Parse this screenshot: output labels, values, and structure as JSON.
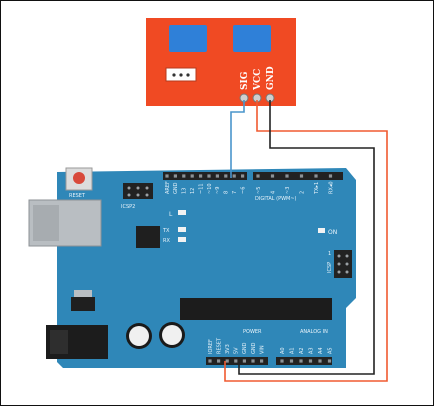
{
  "sensor": {
    "pins": [
      "SIG",
      "VCC",
      "GND"
    ]
  },
  "board": {
    "reset_label": "RESET",
    "icsp_label": "ICSP2",
    "icsp1_label": "ICSP",
    "digital_label": "DIGITAL (PWM~)",
    "led_l": "L",
    "led_tx": "TX",
    "led_rx": "RX",
    "on_label": "ON",
    "power_label": "POWER",
    "analog_label": "ANALOG IN",
    "header_one": "1",
    "digital_pins": [
      "AREF",
      "GND",
      "13",
      "12",
      "~11",
      "~10",
      "~9",
      "8",
      "7",
      "~6",
      "~5",
      "4",
      "~3",
      "2",
      "TX▸1",
      "RX◂0"
    ],
    "power_pins": [
      "IOREF",
      "RESET",
      "3V3",
      "5V",
      "GND",
      "GND",
      "VIN"
    ],
    "analog_pins": [
      "A0",
      "A1",
      "A2",
      "A3",
      "A4",
      "A5"
    ]
  },
  "colors": {
    "sensor_body": "#f04a23",
    "sensor_button": "#2f80d8",
    "board": "#2f87b8",
    "wire_signal": "#4a95cc",
    "wire_vcc": "#f05a30",
    "wire_gnd": "#222222"
  }
}
